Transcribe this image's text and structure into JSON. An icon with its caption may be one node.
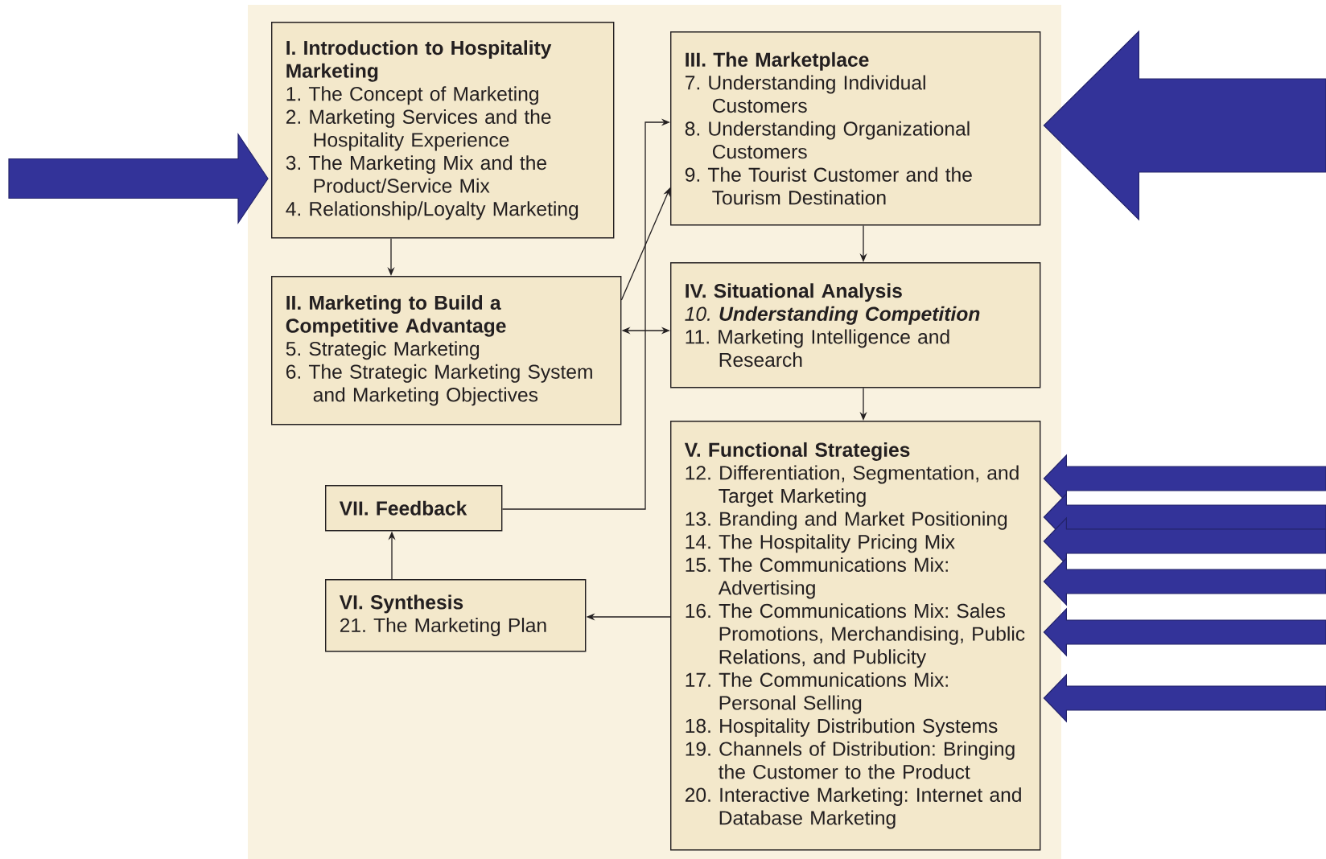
{
  "diagram": {
    "nodes": [
      {
        "text": [
          "I. Introduction to Hospitality Marketing",
          "1. The Concept of Marketing",
          "2. Marketing Services and the Hospitality Experience",
          "3. The Marketing Mix and the Product/Service Mix",
          "4. Relationship/Loyalty Marketing"
        ]
      },
      {
        "text": [
          "II. Marketing to Build a Competitive Advantage",
          "5. Strategic Marketing",
          "6. The Strategic Marketing System and Marketing Objectives"
        ]
      },
      {
        "text": [
          "III. The Marketplace",
          "7. Understanding Individual Customers",
          "8. Understanding Organizational Customers",
          "9. The Tourist Customer and the Tourism Destination"
        ]
      },
      {
        "text": [
          "IV. Situational Analysis",
          "10. **Understanding Competition**",
          "11. Marketing Intelligence and Research"
        ]
      },
      {
        "text": [
          "V. Functional Strategies",
          "12. Differentiation, Segmentation, and Target Marketing",
          "13. Branding and Market Positioning",
          "14. The Hospitality Pricing Mix",
          "15. The Communications Mix: Advertising",
          "16. The Communications Mix: Sales Promotions, Merchandising, Public Relations, and Publicity",
          "17. The Communications Mix: Personal Selling",
          "18. Hospitality Distribution Systems",
          "19. Channels of Distribution: Bringing the Customer to the Product",
          "20. Interactive Marketing: Internet and Database Marketing"
        ]
      },
      {
        "text": [
          "VI. Synthesis",
          "21. The Marketing Plan"
        ]
      },
      {
        "text": [
          "VII. Feedback"
        ]
      }
    ],
    "edges": [
      {
        "from": 0,
        "to": 1,
        "arrow": "to"
      },
      {
        "from": 1,
        "to": 2,
        "arrow": "to"
      },
      {
        "from": 1,
        "to": 3,
        "arrow": "both"
      },
      {
        "from": 2,
        "to": 3,
        "arrow": "to"
      },
      {
        "from": 3,
        "to": 4,
        "arrow": "to"
      },
      {
        "from": 4,
        "to": 5,
        "arrow": "to"
      },
      {
        "from": 5,
        "to": 6,
        "arrow": "to"
      },
      {
        "from": 6,
        "to": 2,
        "arrow": "to"
      },
      {
        "from": null,
        "to": 0,
        "arrow": "to",
        "style": "thick",
        "color": "#333399"
      },
      {
        "from": null,
        "to": 2,
        "arrow": "to",
        "style": "thick",
        "color": "#333399"
      },
      {
        "from": null,
        "to": 4,
        "arrow": "to",
        "style": "thick",
        "color": "#333399"
      },
      {
        "from": null,
        "to": 4,
        "arrow": "to",
        "style": "thick",
        "color": "#333399"
      },
      {
        "from": null,
        "to": 4,
        "arrow": "to",
        "style": "thick",
        "color": "#333399"
      },
      {
        "from": null,
        "to": 4,
        "arrow": "to",
        "style": "thick",
        "color": "#333399"
      },
      {
        "from": null,
        "to": 4,
        "arrow": "to",
        "style": "thick",
        "color": "#333399"
      },
      {
        "from": null,
        "to": 4,
        "arrow": "to",
        "style": "thick",
        "color": "#333399"
      }
    ]
  }
}
